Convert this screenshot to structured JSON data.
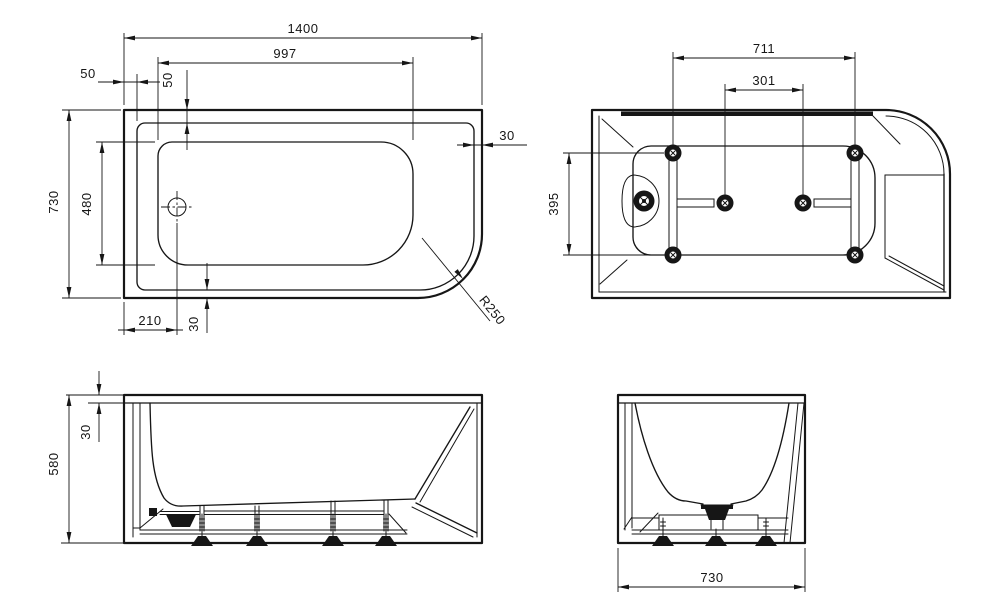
{
  "colors": {
    "line": "#161616",
    "background": "#ffffff"
  },
  "plan_view": {
    "dims": {
      "overall_length": "1400",
      "basin_length": "997",
      "rim_offset_left": "50",
      "rim_offset_top": "50",
      "rim_offset_right": "30",
      "overall_width": "730",
      "basin_width": "480",
      "drain_center_from_left": "210",
      "rim_offset_bottom": "30",
      "corner_radius": "R250"
    }
  },
  "bottom_view": {
    "dims": {
      "frame_bolt_length": "711",
      "frame_bolt_inner_span": "301",
      "frame_bolt_width": "395"
    }
  },
  "front_view": {
    "dims": {
      "rim_height": "30",
      "overall_height": "580"
    }
  },
  "side_view": {
    "dims": {
      "overall_depth": "730"
    }
  }
}
